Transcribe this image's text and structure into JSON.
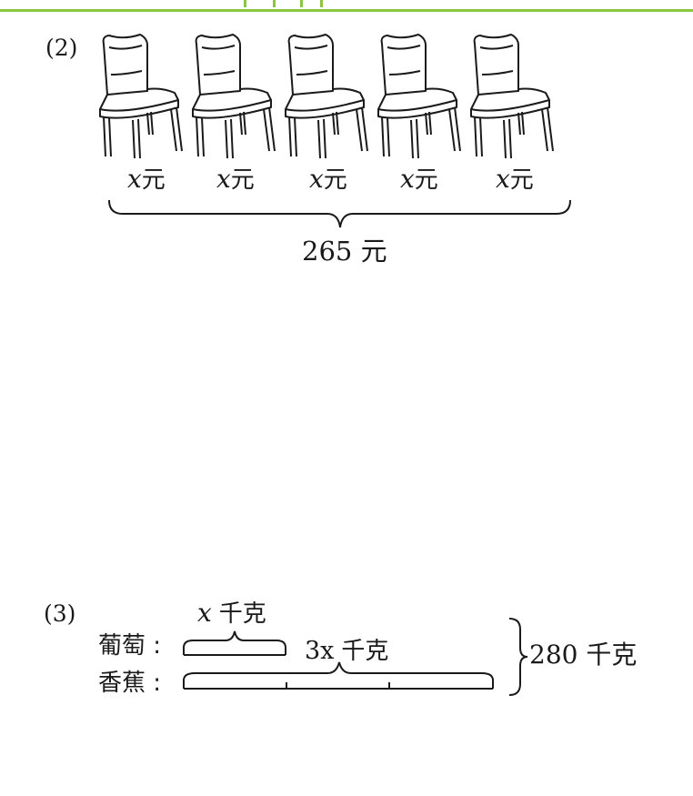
{
  "header": {
    "accent_color": "#8cc63f"
  },
  "problem2": {
    "number": "(2)",
    "chair_count": 5,
    "item_var": "x",
    "item_unit": "元",
    "total": "265 元"
  },
  "problem3": {
    "number": "(3)",
    "grape_label": "葡萄 :",
    "banana_label": "香蕉 :",
    "grape_var": "x",
    "grape_unit": "千克",
    "banana_var": "3x",
    "banana_unit": "千克",
    "total": "280 千克"
  }
}
